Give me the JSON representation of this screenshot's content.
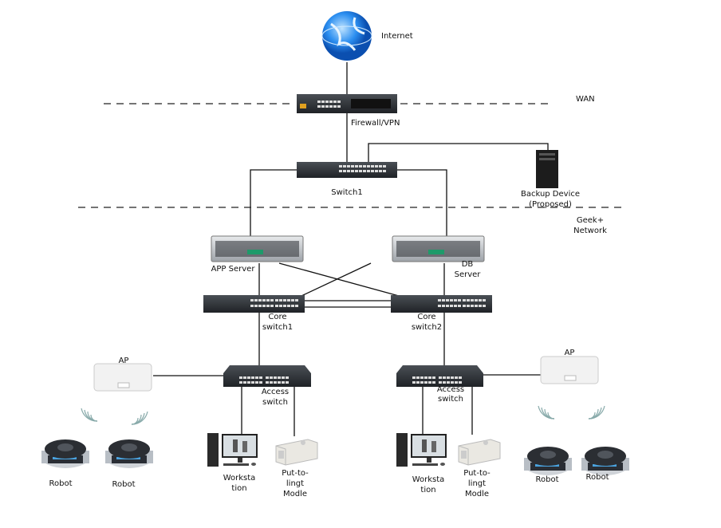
{
  "labels": {
    "internet": "Internet",
    "wan": "WAN",
    "firewall": "Firewall/VPN",
    "switch1": "Switch1",
    "backup_line1": "Backup Device",
    "backup_line2": "(Proposed)",
    "network_line1": "Geek+",
    "network_line2": "Network",
    "app_server": "APP Server",
    "db_server_line1": "DB",
    "db_server_line2": "Server",
    "core1_line1": "Core",
    "core1_line2": "switch1",
    "core2_line1": "Core",
    "core2_line2": "switch2",
    "access_line1": "Access",
    "access_line2": "switch",
    "ap": "AP",
    "robot": "Robot",
    "workstation_line1": "Worksta",
    "workstation_line2": "tion",
    "ptl_line1": "Put-to-",
    "ptl_line2": "lingt",
    "ptl_line3": "Modle"
  },
  "colors": {
    "switch_body": "#2b2f33",
    "server_body": "#c9ccd0",
    "server_accent": "#1e9a6a",
    "globe": "#1f7fe0"
  }
}
